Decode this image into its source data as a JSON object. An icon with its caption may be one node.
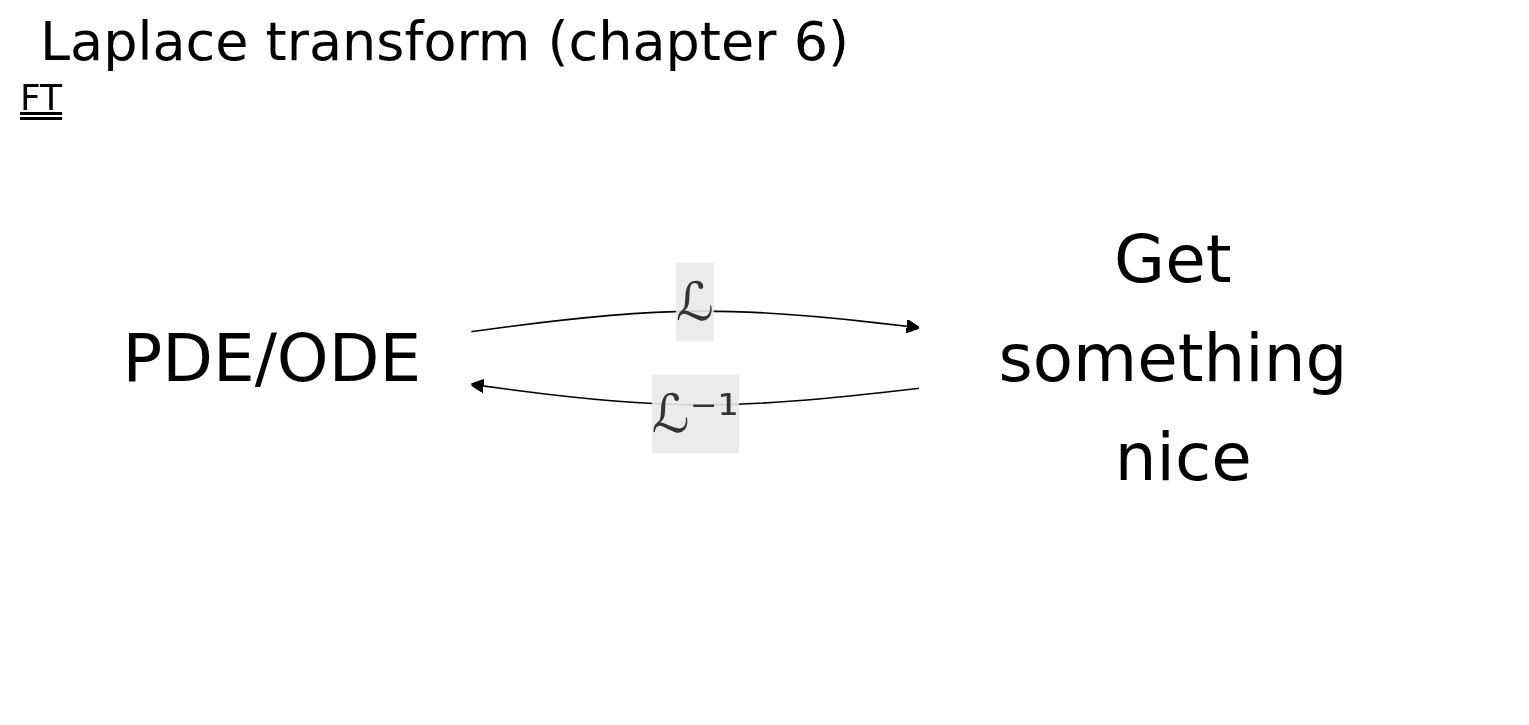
{
  "diagram": {
    "title": "Laplace transform (chapter 6)",
    "nodes": [
      {
        "text": [
          "PDE/ODE"
        ]
      },
      {
        "text": [
          "Get something nice"
        ]
      }
    ],
    "edges": [
      {
        "from": 0,
        "to": 1,
        "arrow": "to",
        "label": "ℒ"
      },
      {
        "from": 1,
        "to": 0,
        "arrow": "to",
        "label": "ℒ⁻¹"
      }
    ],
    "labels": [
      "FT"
    ]
  }
}
